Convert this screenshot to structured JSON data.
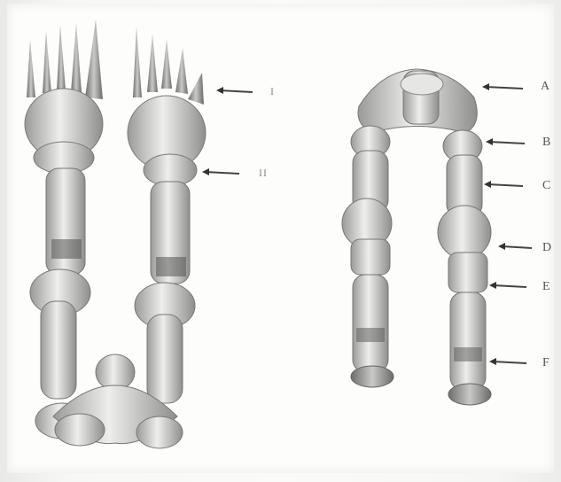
{
  "diagram": {
    "left_labels": [
      "I",
      "II"
    ],
    "right_labels": [
      "A",
      "B",
      "C",
      "D",
      "E",
      "F"
    ]
  }
}
